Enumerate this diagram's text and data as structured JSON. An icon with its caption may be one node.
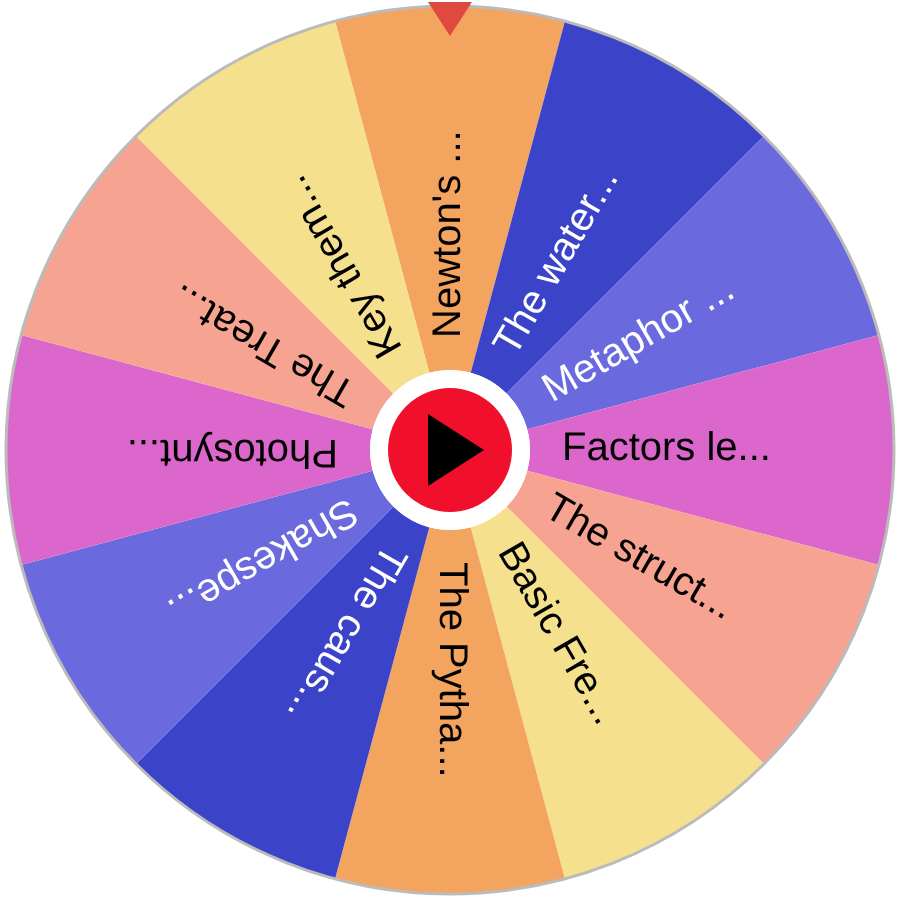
{
  "diagram": {
    "nodes": [
      {
        "text": [
          "Newton's ..."
        ]
      },
      {
        "text": [
          "The water..."
        ]
      },
      {
        "text": [
          "Metaphor ..."
        ]
      },
      {
        "text": [
          "Factors le..."
        ]
      },
      {
        "text": [
          "The struct..."
        ]
      },
      {
        "text": [
          "Basic Fre..."
        ]
      },
      {
        "text": [
          "The Pytha..."
        ]
      },
      {
        "text": [
          "The caus..."
        ]
      },
      {
        "text": [
          "Shakespe..."
        ]
      },
      {
        "text": [
          "Photosynt..."
        ]
      },
      {
        "text": [
          "The Treat..."
        ]
      },
      {
        "text": [
          "Key them..."
        ]
      }
    ]
  }
}
